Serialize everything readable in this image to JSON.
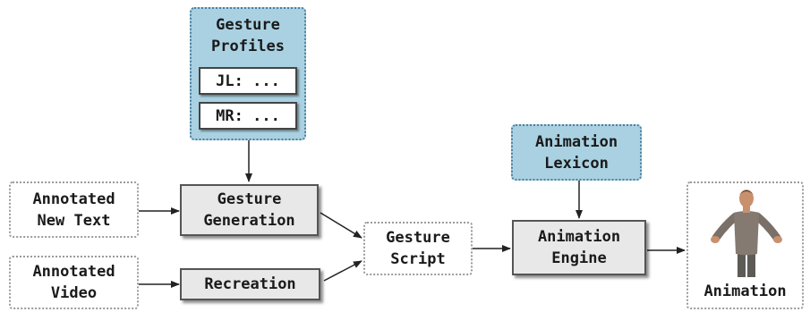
{
  "nodes": {
    "gesture_profiles": {
      "line1": "Gesture",
      "line2": "Profiles",
      "items": [
        "JL: ...",
        "MR: ..."
      ]
    },
    "annotated_new_text": {
      "line1": "Annotated",
      "line2": "New Text"
    },
    "annotated_video": {
      "line1": "Annotated",
      "line2": "Video"
    },
    "gesture_generation": {
      "line1": "Gesture",
      "line2": "Generation"
    },
    "recreation": {
      "label": "Recreation"
    },
    "gesture_script": {
      "line1": "Gesture",
      "line2": "Script"
    },
    "animation_lexicon": {
      "line1": "Animation",
      "line2": "Lexicon"
    },
    "animation_engine": {
      "line1": "Animation",
      "line2": "Engine"
    },
    "animation": {
      "label": "Animation"
    }
  },
  "colors": {
    "profile_fill": "#a9d1e1",
    "process_fill": "#e8e8e8",
    "arrow": "#222222"
  }
}
